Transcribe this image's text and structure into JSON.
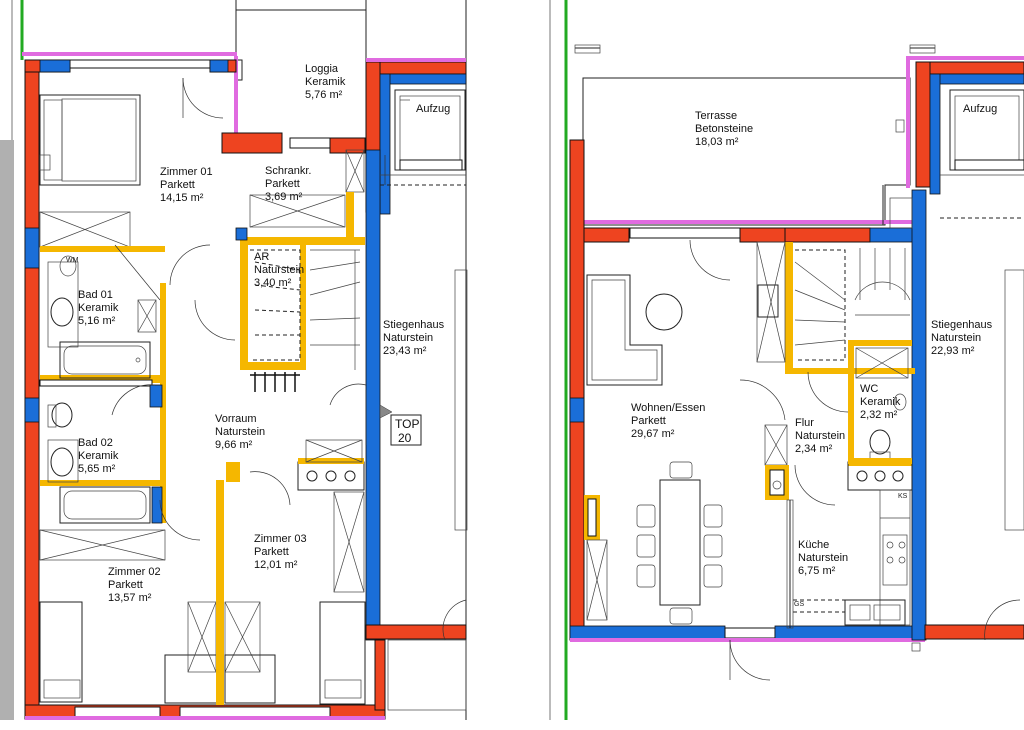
{
  "left_plan": {
    "rooms": [
      {
        "id": "loggia",
        "lines": [
          "Loggia",
          "Keramik",
          "5,76 m²"
        ]
      },
      {
        "id": "zimmer01",
        "lines": [
          "Zimmer 01",
          "Parkett",
          "14,15 m²"
        ]
      },
      {
        "id": "schrankr",
        "lines": [
          "Schrankr.",
          "Parkett",
          "3,69 m²"
        ]
      },
      {
        "id": "ar",
        "lines": [
          "AR",
          "Naturstein",
          "3,40 m²"
        ]
      },
      {
        "id": "bad01",
        "lines": [
          "Bad 01",
          "Keramik",
          "5,16 m²"
        ]
      },
      {
        "id": "stiegenhaus1",
        "lines": [
          "Stiegenhaus",
          "Naturstein",
          "23,43 m²"
        ]
      },
      {
        "id": "vorraum",
        "lines": [
          "Vorraum",
          "Naturstein",
          "9,66 m²"
        ]
      },
      {
        "id": "bad02",
        "lines": [
          "Bad 02",
          "Keramik",
          "5,65 m²"
        ]
      },
      {
        "id": "zimmer03",
        "lines": [
          "Zimmer 03",
          "Parkett",
          "12,01 m²"
        ]
      },
      {
        "id": "zimmer02",
        "lines": [
          "Zimmer 02",
          "Parkett",
          "13,57 m²"
        ]
      }
    ],
    "aufzug": "Aufzug",
    "top_label": [
      "TOP",
      "20"
    ],
    "wm": "WM"
  },
  "right_plan": {
    "rooms": [
      {
        "id": "terrasse",
        "lines": [
          "Terrasse",
          "Betonsteine",
          "18,03 m²"
        ]
      },
      {
        "id": "stiegenhaus2",
        "lines": [
          "Stiegenhaus",
          "Naturstein",
          "22,93 m²"
        ]
      },
      {
        "id": "wohnen",
        "lines": [
          "Wohnen/Essen",
          "Parkett",
          "29,67 m²"
        ]
      },
      {
        "id": "wc",
        "lines": [
          "WC",
          "Keramik",
          "2,32 m²"
        ]
      },
      {
        "id": "flur",
        "lines": [
          "Flur",
          "Naturstein",
          "2,34 m²"
        ]
      },
      {
        "id": "kueche",
        "lines": [
          "Küche",
          "Naturstein",
          "6,75 m²"
        ]
      }
    ],
    "aufzug": "Aufzug",
    "ks": "KS",
    "gs": "GS"
  },
  "colors": {
    "wall_outer": "#ee4420",
    "wall_insulation": "#1a6ed8",
    "wall_facade": "#e06be0",
    "wall_partition": "#f5b700",
    "boundary_green": "#22aa22"
  }
}
